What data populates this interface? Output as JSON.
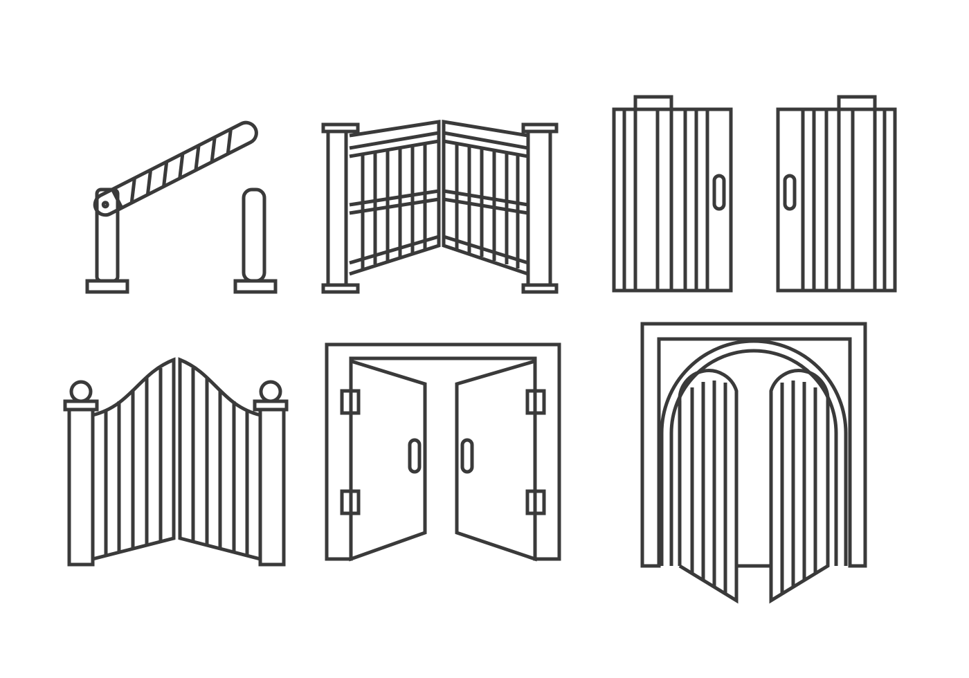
{
  "style": {
    "background": "#ffffff",
    "stroke": "#3a3a3a"
  },
  "icons": [
    {
      "id": "barrier-gate",
      "name": "barrier-gate-icon"
    },
    {
      "id": "folding-gate",
      "name": "folding-gate-icon"
    },
    {
      "id": "sliding-door-left",
      "name": "sliding-door-left-icon"
    },
    {
      "id": "sliding-door-right",
      "name": "sliding-door-right-icon"
    },
    {
      "id": "arched-gate",
      "name": "arched-swing-gate-icon"
    },
    {
      "id": "double-door",
      "name": "open-double-door-icon"
    },
    {
      "id": "archway-gate",
      "name": "archway-gate-icon"
    }
  ]
}
